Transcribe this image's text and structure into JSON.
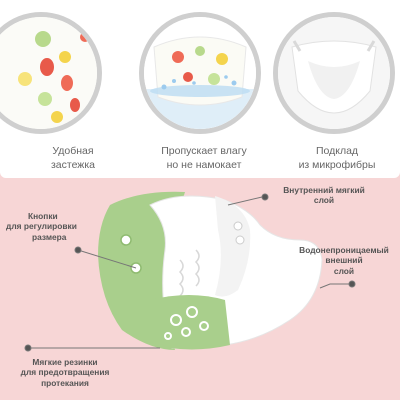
{
  "features": [
    {
      "line1": "Удобная",
      "line2": "застежка"
    },
    {
      "line1": "Пропускает влагу",
      "line2": "но не намокает"
    },
    {
      "line1": "Подклад",
      "line2": "из микрофибры"
    }
  ],
  "callouts": {
    "inner_layer": {
      "line1": "Внутренний мягкий",
      "line2": "слой"
    },
    "buttons": {
      "line1": "Кнопки",
      "line2": "для регулировки",
      "line3": "размера"
    },
    "outer_layer": {
      "line1": "Водонепроницаемый",
      "line2": "внешний",
      "line3": "слой"
    },
    "elastic": {
      "line1": "Мягкие резинки",
      "line2": "для предотвращения",
      "line3": "протекания"
    }
  },
  "colors": {
    "background": "#f7d6d6",
    "green": "#a9cf8c",
    "ring": "#cfcfcf",
    "text": "#555555"
  }
}
